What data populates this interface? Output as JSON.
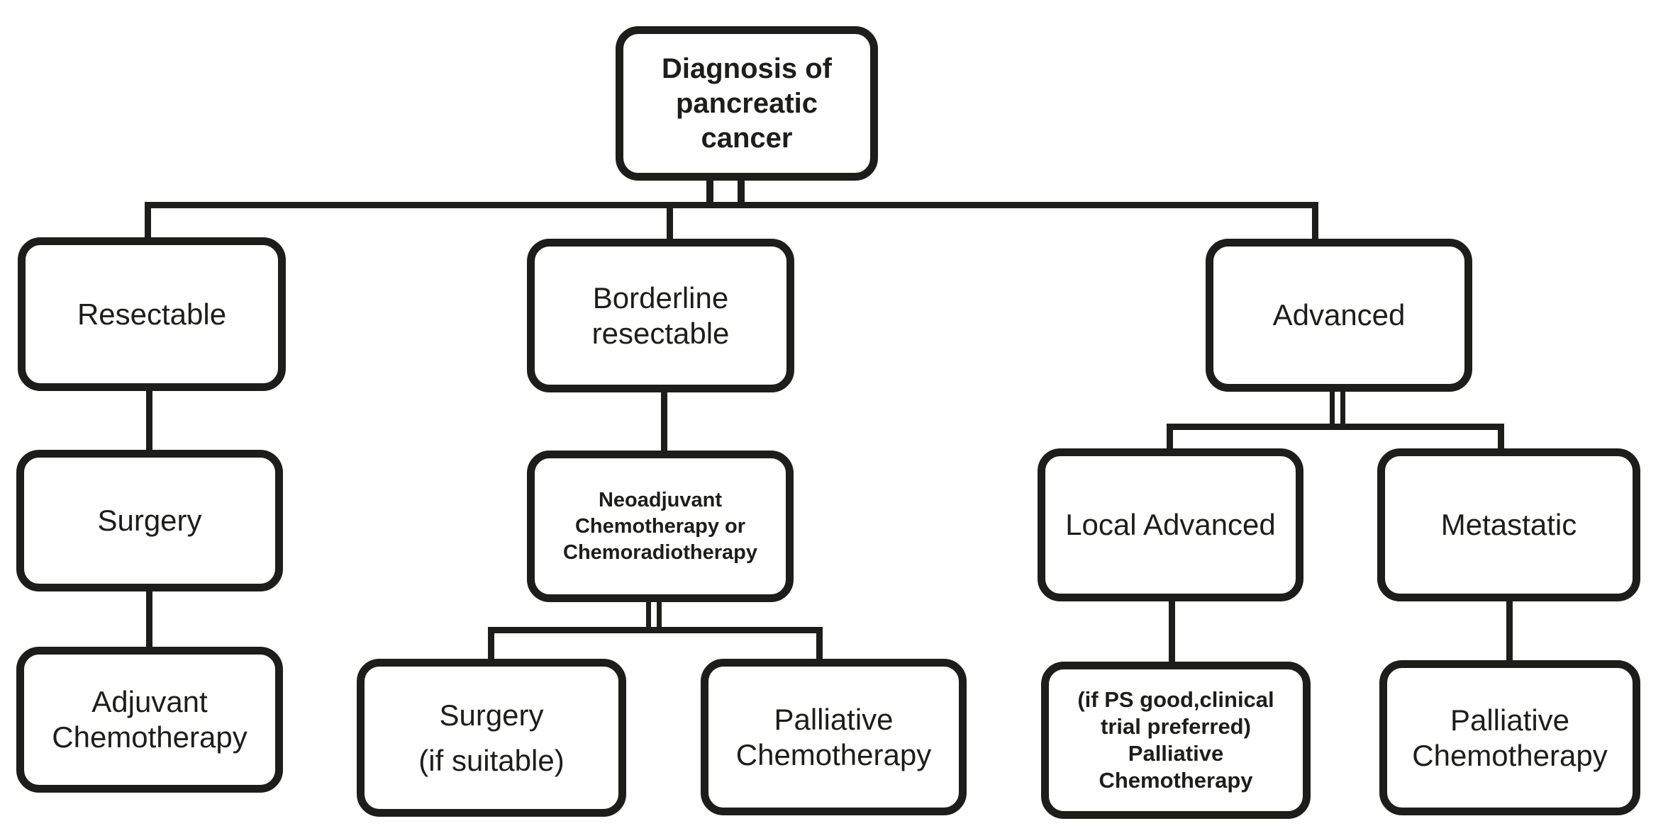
{
  "diagram": {
    "type": "flowchart",
    "colors": {
      "line": "#1d1d1b",
      "node_border": "#1d1d1b",
      "node_background": "#ffffff",
      "canvas_background": "#ffffff"
    }
  },
  "nodes": {
    "diagnosis": {
      "label": "Diagnosis of\npancreatic\ncancer"
    },
    "resectable": {
      "label": "Resectable"
    },
    "borderline": {
      "label": "Borderline\nresectable"
    },
    "advanced": {
      "label": "Advanced"
    },
    "surgery": {
      "label": "Surgery"
    },
    "neoadjuvant": {
      "label": "Neoadjuvant\nChemotherapy or\nChemoradiotherapy"
    },
    "local_advanced": {
      "label": "Local Advanced"
    },
    "metastatic": {
      "label": "Metastatic"
    },
    "adjuvant_chemo": {
      "label": "Adjuvant\nChemotherapy"
    },
    "surgery_if_suitable": {
      "label": "Surgery\n(if suitable)"
    },
    "palliative_chemo_mid": {
      "label": "Palliative\nChemotherapy"
    },
    "if_ps_good": {
      "label": "(if PS good,clinical\ntrial preferred)\nPalliative\nChemotherapy"
    },
    "palliative_chemo_right": {
      "label": "Palliative\nChemotherapy"
    }
  }
}
